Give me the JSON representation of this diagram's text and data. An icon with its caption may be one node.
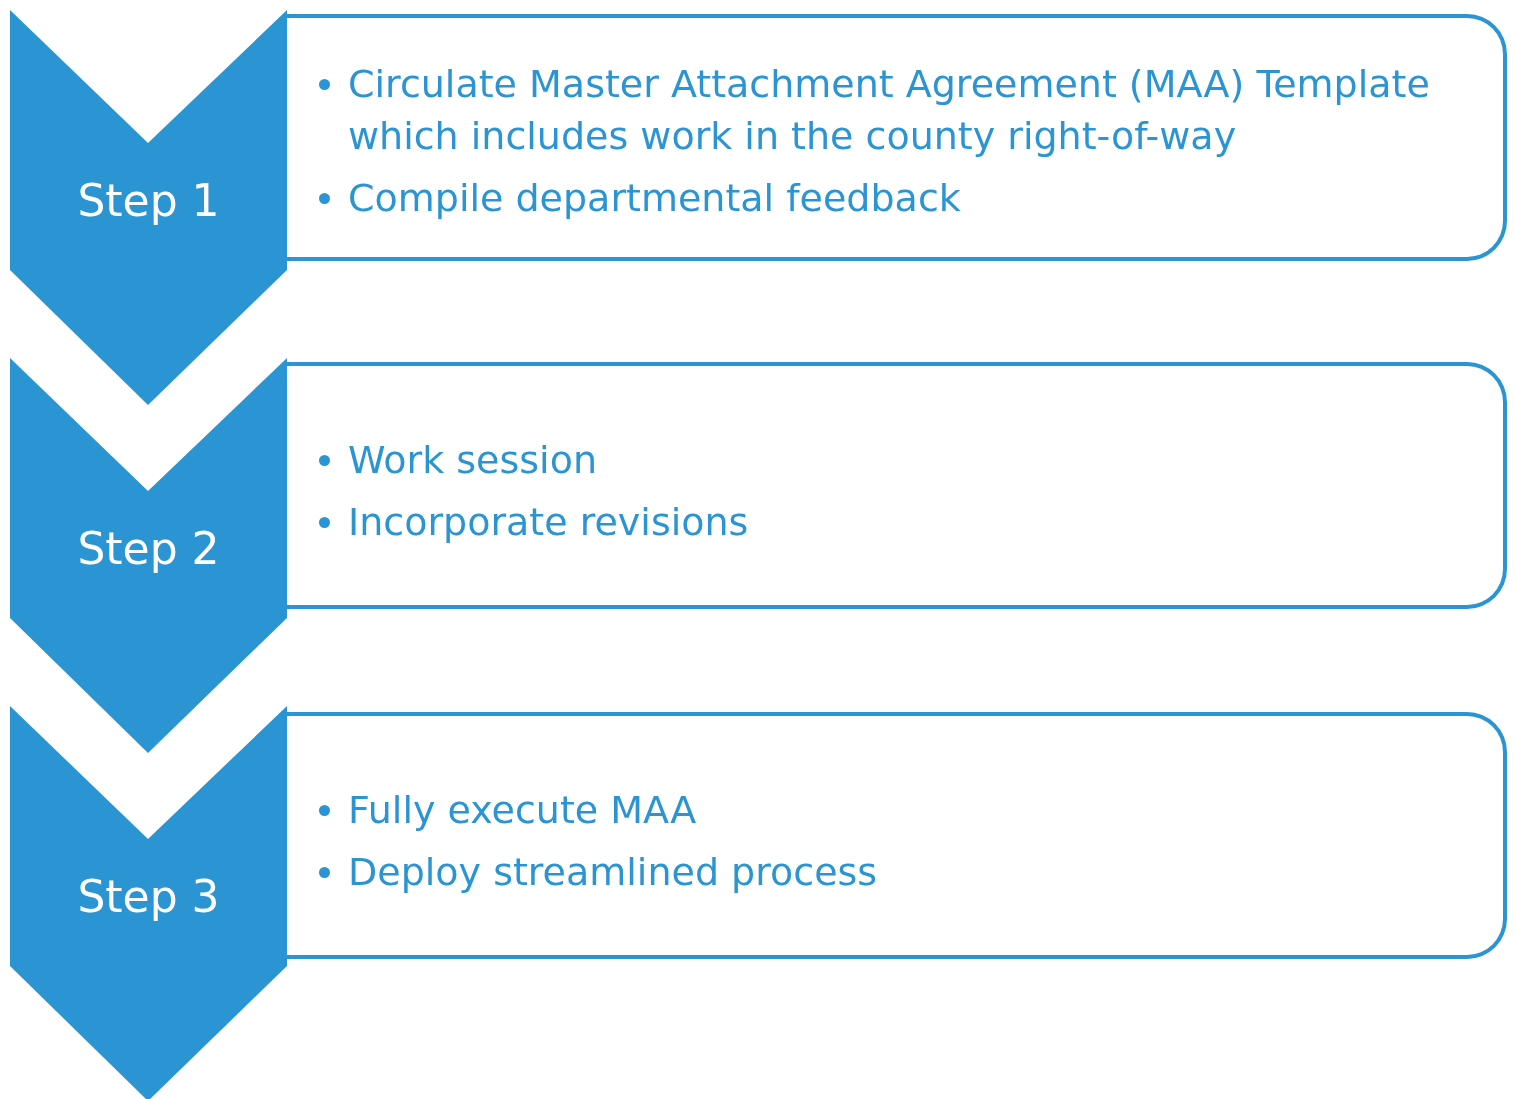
{
  "diagram": {
    "nodes": [
      {
        "text": [
          "Step 1"
        ]
      },
      {
        "text": [
          "Circulate Master Attachment Agreement (MAA) Template which includes work in the county right-of-way",
          "Compile departmental feedback"
        ]
      },
      {
        "text": [
          "Step 2"
        ]
      },
      {
        "text": [
          "Work session",
          "Incorporate revisions"
        ]
      },
      {
        "text": [
          "Step 3"
        ]
      },
      {
        "text": [
          "Fully execute MAA",
          "Deploy streamlined process"
        ]
      }
    ]
  }
}
